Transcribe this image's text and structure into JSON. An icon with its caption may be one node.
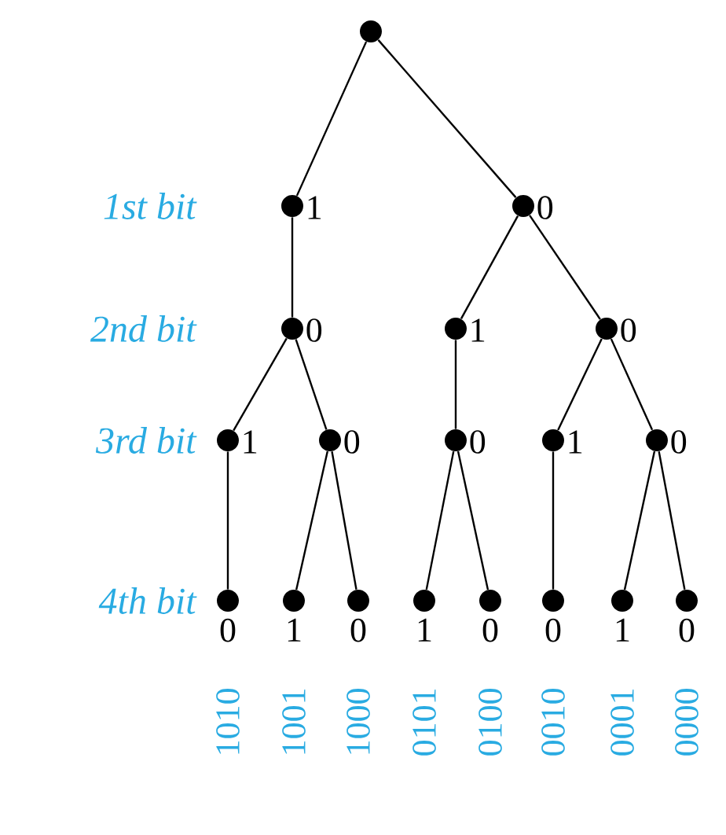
{
  "diagram": {
    "nodes": [
      {
        "text": [],
        "shape": "circle"
      },
      {
        "text": [],
        "shape": "circle",
        "beside": [
          "1"
        ]
      },
      {
        "text": [],
        "shape": "circle",
        "beside": [
          "0"
        ]
      },
      {
        "text": [],
        "shape": "circle",
        "beside": [
          "0"
        ]
      },
      {
        "text": [],
        "shape": "circle",
        "beside": [
          "1"
        ]
      },
      {
        "text": [],
        "shape": "circle",
        "beside": [
          "0"
        ]
      },
      {
        "text": [],
        "shape": "circle",
        "beside": [
          "1"
        ]
      },
      {
        "text": [],
        "shape": "circle",
        "beside": [
          "0"
        ]
      },
      {
        "text": [],
        "shape": "circle",
        "beside": [
          "0"
        ]
      },
      {
        "text": [],
        "shape": "circle",
        "beside": [
          "1"
        ]
      },
      {
        "text": [],
        "shape": "circle",
        "beside": [
          "0"
        ]
      },
      {
        "text": [],
        "shape": "circle",
        "beside": [
          "0"
        ]
      },
      {
        "text": [],
        "shape": "circle",
        "beside": [
          "1"
        ]
      },
      {
        "text": [],
        "shape": "circle",
        "beside": [
          "0"
        ]
      },
      {
        "text": [],
        "shape": "circle",
        "beside": [
          "1"
        ]
      },
      {
        "text": [],
        "shape": "circle",
        "beside": [
          "0"
        ]
      },
      {
        "text": [],
        "shape": "circle",
        "beside": [
          "0"
        ]
      },
      {
        "text": [],
        "shape": "circle",
        "beside": [
          "1"
        ]
      },
      {
        "text": [],
        "shape": "circle",
        "beside": [
          "0"
        ]
      }
    ],
    "edges": [
      {
        "from": 0,
        "to": 1,
        "arrow": "none"
      },
      {
        "from": 0,
        "to": 2,
        "arrow": "none"
      },
      {
        "from": 1,
        "to": 3,
        "arrow": "none"
      },
      {
        "from": 2,
        "to": 4,
        "arrow": "none"
      },
      {
        "from": 2,
        "to": 5,
        "arrow": "none"
      },
      {
        "from": 3,
        "to": 6,
        "arrow": "none"
      },
      {
        "from": 3,
        "to": 7,
        "arrow": "none"
      },
      {
        "from": 4,
        "to": 8,
        "arrow": "none"
      },
      {
        "from": 5,
        "to": 9,
        "arrow": "none"
      },
      {
        "from": 5,
        "to": 10,
        "arrow": "none"
      },
      {
        "from": 6,
        "to": 11,
        "arrow": "none"
      },
      {
        "from": 7,
        "to": 12,
        "arrow": "none"
      },
      {
        "from": 7,
        "to": 13,
        "arrow": "none"
      },
      {
        "from": 8,
        "to": 14,
        "arrow": "none"
      },
      {
        "from": 8,
        "to": 15,
        "arrow": "none"
      },
      {
        "from": 9,
        "to": 16,
        "arrow": "none"
      },
      {
        "from": 10,
        "to": 17,
        "arrow": "none"
      },
      {
        "from": 10,
        "to": 18,
        "arrow": "none"
      }
    ],
    "labels": [
      "1st bit",
      "2nd bit",
      "3rd bit",
      "4th bit",
      "1010",
      "1001",
      "1000",
      "0101",
      "0100",
      "0010",
      "0001",
      "0000"
    ]
  }
}
